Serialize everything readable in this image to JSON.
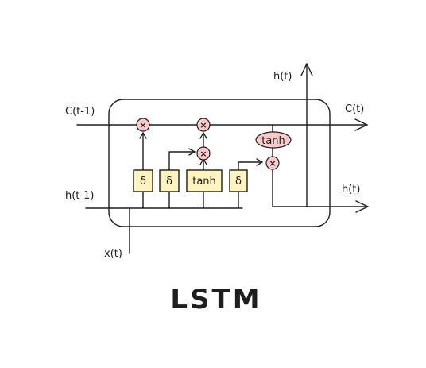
{
  "diagram": {
    "title": "LSTM",
    "labels": {
      "c_prev": "C(t-1)",
      "c_out": "C(t)",
      "h_prev": "h(t-1)",
      "h_out_right": "h(t)",
      "h_out_top": "h(t)",
      "x_in": "x(t)"
    },
    "gates": [
      "δ",
      "δ",
      "tanh",
      "δ"
    ],
    "operators": {
      "multiply": "×",
      "cell_tanh": "tanh"
    },
    "colors": {
      "gate_fill": "#fff3bf",
      "operator_fill": "#ffc9c9",
      "stroke": "#1e1e1e"
    }
  }
}
